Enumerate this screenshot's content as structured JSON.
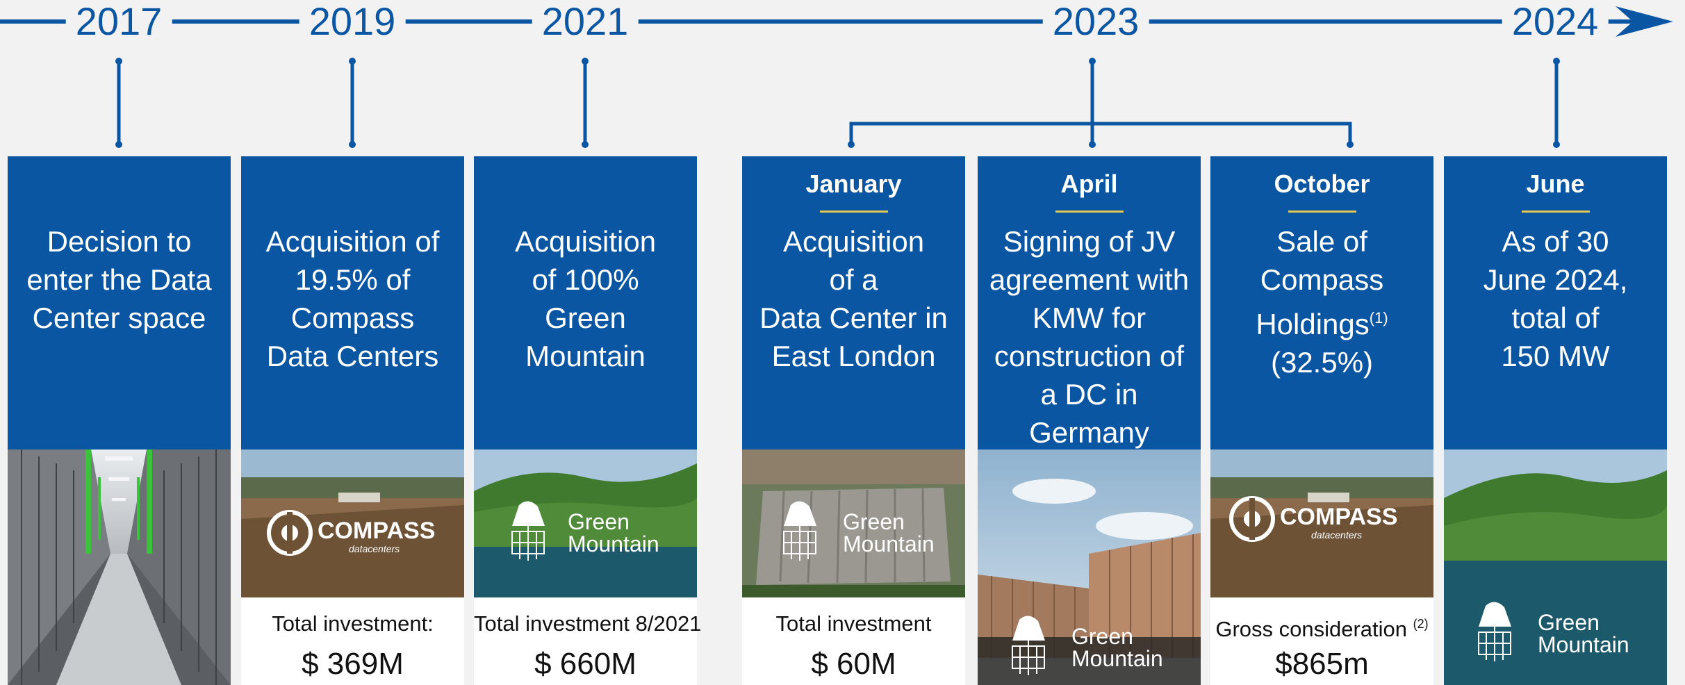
{
  "timeline": {
    "years": [
      "2017",
      "2019",
      "2021",
      "2023",
      "2024"
    ]
  },
  "columns": [
    {
      "month": "",
      "description_lines": [
        "Decision to",
        "enter the Data",
        "Center space"
      ],
      "footnote": "",
      "footer_label": "",
      "footer_value": "",
      "photo": "server-aisle",
      "logo": ""
    },
    {
      "month": "",
      "description_lines": [
        "Acquisition of",
        "19.5% of",
        "Compass",
        "Data Centers"
      ],
      "footnote": "",
      "footer_label": "Total investment:",
      "footer_value": "$ 369M",
      "photo": "construction-site",
      "logo": "COMPASS datacenters"
    },
    {
      "month": "",
      "description_lines": [
        "Acquisition",
        "of 100%",
        "Green",
        "Mountain"
      ],
      "footnote": "",
      "footer_label": "Total investment 8/2021",
      "footer_value": "$ 660M",
      "photo": "fjord-mountain",
      "logo": "Green Mountain"
    },
    {
      "month": "January",
      "description_lines": [
        "Acquisition",
        "of a",
        "Data Center in",
        "East London"
      ],
      "footnote": "",
      "footer_label": "Total investment",
      "footer_value": "$ 60M",
      "photo": "aerial-warehouse",
      "logo": "Green Mountain"
    },
    {
      "month": "April",
      "description_lines": [
        "Signing of  JV",
        "agreement with",
        "KMW for",
        "construction of",
        "a DC in",
        "Germany"
      ],
      "footnote": "",
      "footer_label": "",
      "footer_value": "",
      "photo": "building-render",
      "logo": "Green Mountain"
    },
    {
      "month": "October",
      "description_lines": [
        "Sale of",
        "Compass",
        "Holdings",
        "(32.5%)"
      ],
      "footnote": "(1)",
      "footer_label": "Gross consideration",
      "footer_label_note": "(2)",
      "footer_value": "$865m",
      "photo": "construction-site",
      "logo": "COMPASS datacenters"
    },
    {
      "month": "June",
      "description_lines": [
        "As of 30",
        "June 2024,",
        "total of",
        "150 MW"
      ],
      "footnote": "",
      "footer_label": "",
      "footer_value": "",
      "photo": "fjord-tall",
      "logo": "Green Mountain"
    }
  ],
  "logos": {
    "compass_main": "COMPASS",
    "compass_sub": "datacenters",
    "gm_line1": "Green",
    "gm_line2": "Mountain"
  },
  "colors": {
    "primary_blue": "#0b56a3",
    "accent_gold": "#e5c64f",
    "background": "#f2f2f2"
  }
}
